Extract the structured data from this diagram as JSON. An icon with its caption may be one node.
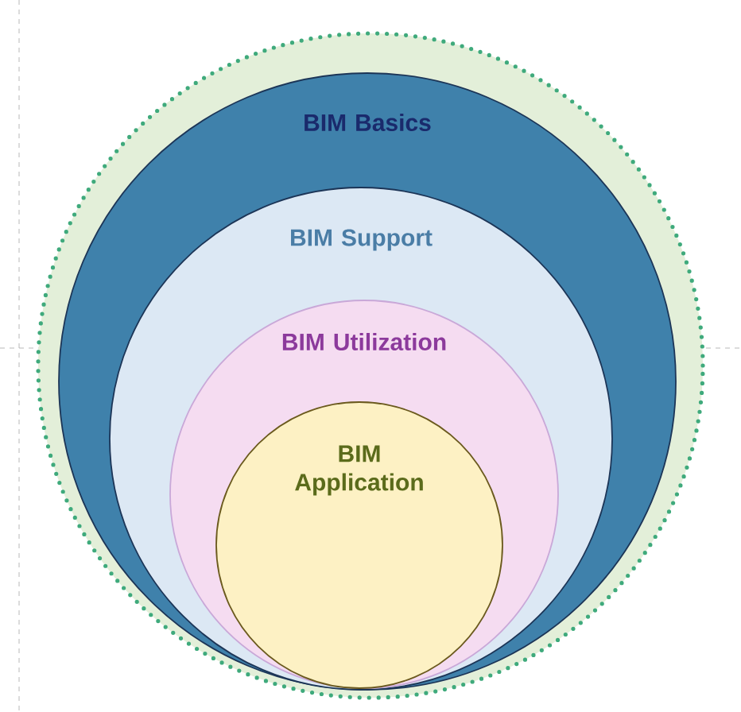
{
  "diagram": {
    "nodes": [
      {
        "text": [
          "BIM Basics"
        ]
      },
      {
        "text": [
          "BIM Support"
        ],
        "in": 0
      },
      {
        "text": [
          "BIM Utilization"
        ],
        "in": 1
      },
      {
        "text": [
          "BIM Application"
        ],
        "in": 2
      }
    ]
  }
}
